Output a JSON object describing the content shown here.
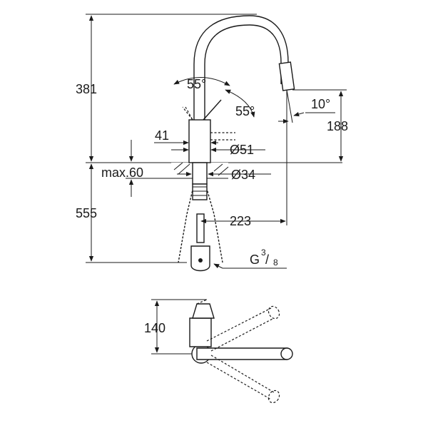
{
  "dimensions": {
    "height_total": "381",
    "height_spout": "188",
    "depth_below": "555",
    "lever_angle_top": "55°",
    "lever_angle_side": "55°",
    "spout_angle": "10°",
    "offset_41": "41",
    "diameter_body": "Ø51",
    "max_thickness": "max.60",
    "diameter_hole": "Ø34",
    "reach": "223",
    "thread_prefix": "G",
    "thread_num": "3",
    "thread_den": "8",
    "plan_depth": "140"
  }
}
